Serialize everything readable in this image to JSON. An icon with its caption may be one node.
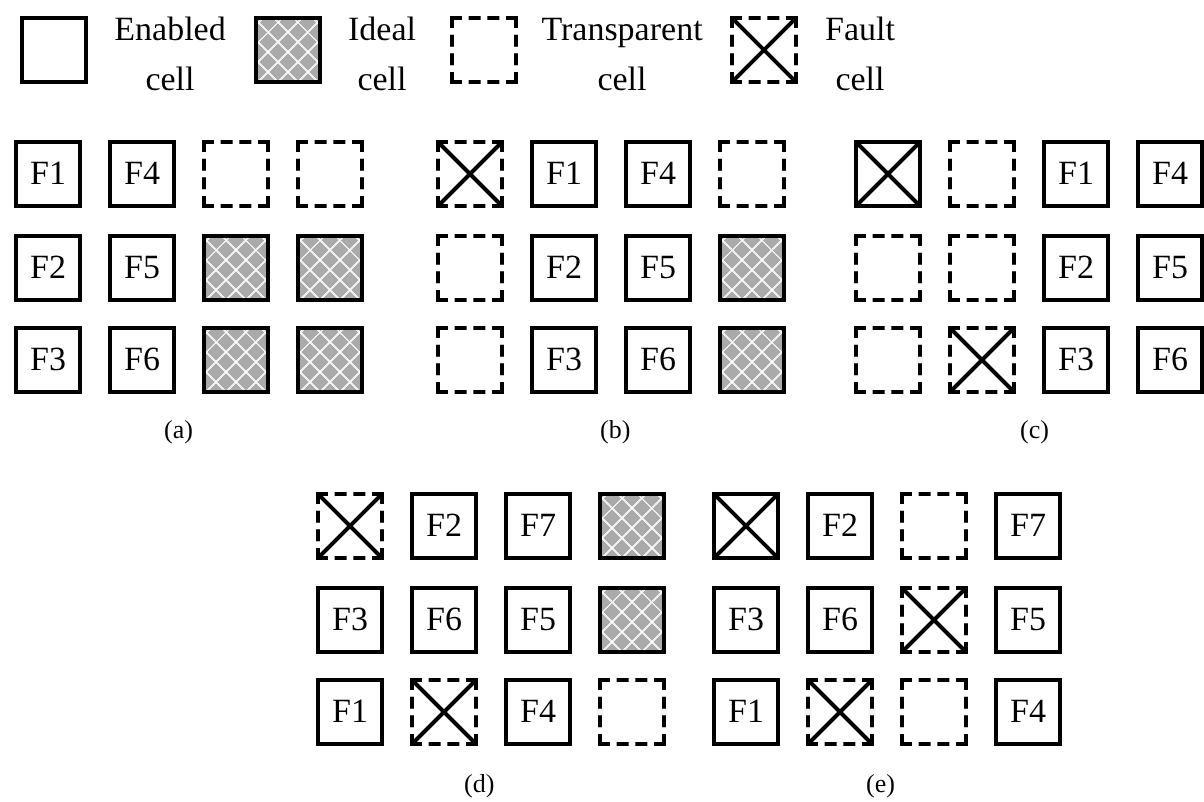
{
  "diagram": {
    "nodes": [
      {
        "text": [
          "F1"
        ]
      },
      {
        "text": [
          "F4"
        ]
      },
      {
        "text": [],
        "shape": "dashed-box"
      },
      {
        "text": [],
        "shape": "dashed-box"
      },
      {
        "text": [
          "F2"
        ]
      },
      {
        "text": [
          "F5"
        ]
      },
      {
        "text": [],
        "shape": "hatched-box"
      },
      {
        "text": [],
        "shape": "hatched-box"
      },
      {
        "text": [
          "F3"
        ]
      },
      {
        "text": [
          "F6"
        ]
      },
      {
        "text": [],
        "shape": "hatched-box"
      },
      {
        "text": [],
        "shape": "hatched-box"
      },
      {
        "text": [],
        "shape": "crossed-dashed-box"
      },
      {
        "text": [
          "F1"
        ]
      },
      {
        "text": [
          "F4"
        ]
      },
      {
        "text": [],
        "shape": "dashed-box"
      },
      {
        "text": [],
        "shape": "dashed-box"
      },
      {
        "text": [
          "F2"
        ]
      },
      {
        "text": [
          "F5"
        ]
      },
      {
        "text": [],
        "shape": "hatched-box"
      },
      {
        "text": [],
        "shape": "dashed-box"
      },
      {
        "text": [
          "F3"
        ]
      },
      {
        "text": [
          "F6"
        ]
      },
      {
        "text": [],
        "shape": "hatched-box"
      },
      {
        "text": [],
        "shape": "crossed-box"
      },
      {
        "text": [],
        "shape": "dashed-box"
      },
      {
        "text": [
          "F1"
        ]
      },
      {
        "text": [
          "F4"
        ]
      },
      {
        "text": [],
        "shape": "dashed-box"
      },
      {
        "text": [],
        "shape": "dashed-box"
      },
      {
        "text": [
          "F2"
        ]
      },
      {
        "text": [
          "F5"
        ]
      },
      {
        "text": [],
        "shape": "dashed-box"
      },
      {
        "text": [],
        "shape": "crossed-dashed-box"
      },
      {
        "text": [
          "F3"
        ]
      },
      {
        "text": [
          "F6"
        ]
      },
      {
        "text": [],
        "shape": "crossed-dashed-box"
      },
      {
        "text": [
          "F2"
        ]
      },
      {
        "text": [
          "F7"
        ]
      },
      {
        "text": [],
        "shape": "hatched-box"
      },
      {
        "text": [
          "F3"
        ]
      },
      {
        "text": [
          "F6"
        ]
      },
      {
        "text": [
          "F5"
        ]
      },
      {
        "text": [],
        "shape": "hatched-box"
      },
      {
        "text": [
          "F1"
        ]
      },
      {
        "text": [],
        "shape": "crossed-dashed-box"
      },
      {
        "text": [
          "F4"
        ]
      },
      {
        "text": [],
        "shape": "dashed-box"
      },
      {
        "text": [],
        "shape": "crossed-box"
      },
      {
        "text": [
          "F2"
        ]
      },
      {
        "text": [],
        "shape": "dashed-box"
      },
      {
        "text": [
          "F7"
        ]
      },
      {
        "text": [
          "F3"
        ]
      },
      {
        "text": [
          "F6"
        ]
      },
      {
        "text": [],
        "shape": "crossed-dashed-box"
      },
      {
        "text": [
          "F5"
        ]
      },
      {
        "text": [
          "F1"
        ]
      },
      {
        "text": [],
        "shape": "crossed-dashed-box"
      },
      {
        "text": [],
        "shape": "dashed-box"
      },
      {
        "text": [
          "F4"
        ]
      }
    ],
    "labels": [
      "(a)",
      "(b)",
      "(c)",
      "(d)",
      "(e)"
    ],
    "legend": [
      {
        "text": "Enabled cell"
      },
      {
        "text": "Ideal cell"
      },
      {
        "text": "Transparent cell"
      },
      {
        "text": "Fault cell"
      }
    ]
  }
}
